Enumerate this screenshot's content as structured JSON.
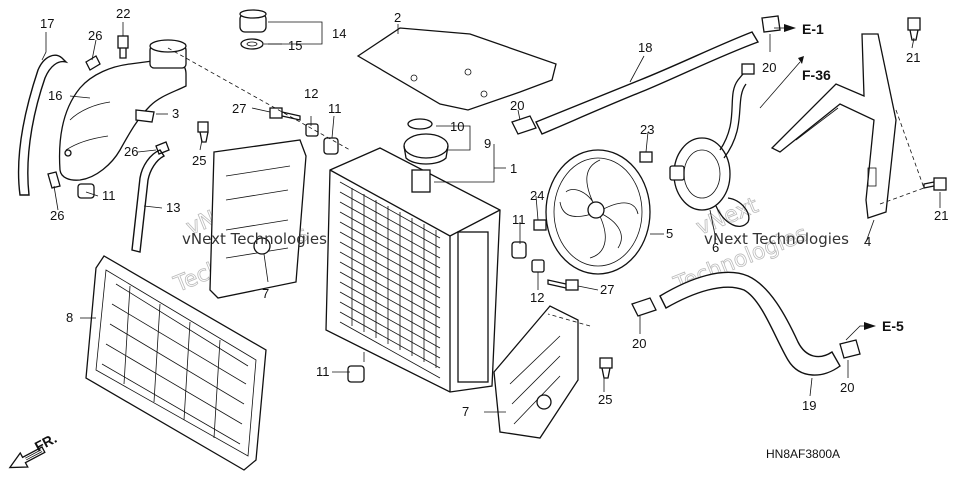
{
  "callouts": {
    "c17": "17",
    "c22": "22",
    "c26a": "26",
    "c16": "16",
    "c3": "3",
    "c26b": "26",
    "c26c": "26",
    "c11a": "11",
    "c13": "13",
    "c14": "14",
    "c15": "15",
    "c2": "2",
    "c27a": "27",
    "c12a": "12",
    "c11b": "11",
    "c25a": "25",
    "c10": "10",
    "c9": "9",
    "c1": "1",
    "c20a": "20",
    "c18": "18",
    "c20b": "20",
    "c21a": "21",
    "c23": "23",
    "c24": "24",
    "c6": "6",
    "c5": "5",
    "c11c": "11",
    "c12b": "12",
    "c27b": "27",
    "c4": "4",
    "c21b": "21",
    "c8": "8",
    "c7a": "7",
    "c11d": "11",
    "c20c": "20",
    "c25b": "25",
    "c7b": "7",
    "c19": "19",
    "c20d": "20"
  },
  "references": {
    "e1": "E-1",
    "f36": "F-36",
    "e5": "E-5"
  },
  "front_marker": "FR.",
  "diagram_code": "HN8AF3800A",
  "watermarks": {
    "w1": "vNext Technologies",
    "w2": "vNext Technologies",
    "w3": "vNext",
    "w4": "Technologies"
  }
}
